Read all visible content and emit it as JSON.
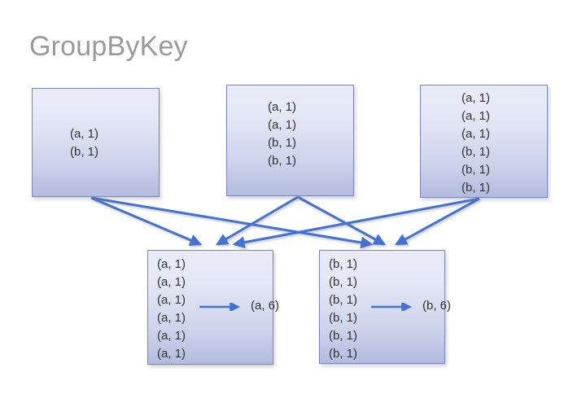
{
  "page": {
    "title": "GroupByKey",
    "background": "#ffffff",
    "title_color": "#9a9a9a",
    "accent_blue": "#4472d0",
    "box_border": "#7a85b8",
    "box_gradient_top": "#e9ebf7",
    "box_gradient_bottom": "#b3bbe0",
    "text_color": "#333333"
  },
  "sources": [
    {
      "id": "box-src-1",
      "name": "input-collection-1",
      "lines": [
        "(a, 1)",
        "(b, 1)"
      ]
    },
    {
      "id": "box-src-2",
      "name": "input-collection-2",
      "lines": [
        "(a, 1)",
        "(a, 1)",
        "(b, 1)",
        "(b, 1)"
      ]
    },
    {
      "id": "box-src-3",
      "name": "input-collection-3",
      "lines": [
        "(a, 1)",
        "(a, 1)",
        "(a, 1)",
        "(b, 1)",
        "(b, 1)",
        "(b, 1)"
      ]
    }
  ],
  "groups": [
    {
      "id": "box-group-a",
      "name": "grouped-key-a",
      "key": "a",
      "lines": [
        "(a, 1)",
        "(a, 1)",
        "(a, 1)",
        "(a, 1)",
        "(a, 1)",
        "(a, 1)"
      ],
      "result": "(a, 6)"
    },
    {
      "id": "box-group-b",
      "name": "grouped-key-b",
      "key": "b",
      "lines": [
        "(b, 1)",
        "(b, 1)",
        "(b, 1)",
        "(b, 1)",
        "(b, 1)",
        "(b, 1)"
      ],
      "result": "(b, 6)"
    }
  ],
  "connectors": [
    {
      "from": "input-collection-1",
      "to": "grouped-key-a"
    },
    {
      "from": "input-collection-1",
      "to": "grouped-key-b"
    },
    {
      "from": "input-collection-2",
      "to": "grouped-key-a"
    },
    {
      "from": "input-collection-2",
      "to": "grouped-key-b"
    },
    {
      "from": "input-collection-3",
      "to": "grouped-key-a"
    },
    {
      "from": "input-collection-3",
      "to": "grouped-key-b"
    }
  ]
}
